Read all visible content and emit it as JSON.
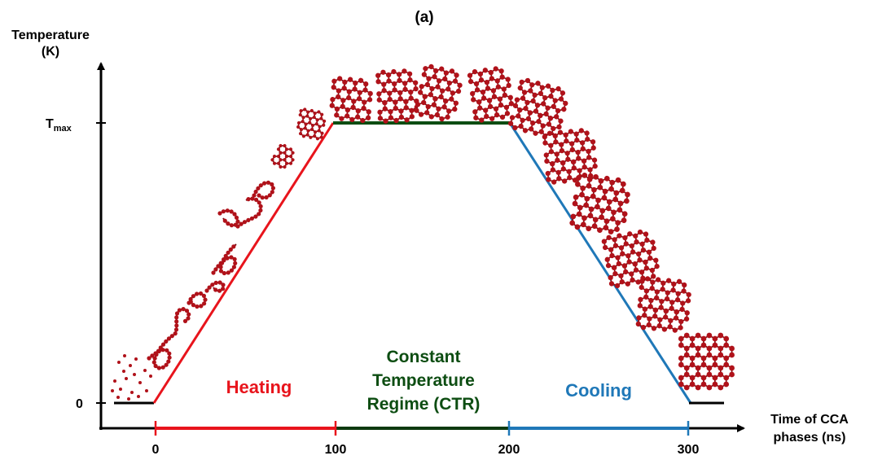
{
  "panel_label": "(a)",
  "y_axis": {
    "label_line1": "Temperature",
    "label_line2": "(K)",
    "ticks": [
      "T",
      "0"
    ],
    "tmax_subscript": "max"
  },
  "x_axis": {
    "label_line1": "Time of CCA",
    "label_line2": "phases (ns)",
    "ticks": [
      "0",
      "100",
      "200",
      "300"
    ]
  },
  "phases": {
    "heating": {
      "label": "Heating",
      "color": "#e8141c"
    },
    "ctr": {
      "label_line1": "Constant",
      "label_line2": "Temperature",
      "label_line3": "Regime (CTR)",
      "color": "#0d4d12"
    },
    "cooling": {
      "label": "Cooling",
      "color": "#1f78b8"
    }
  },
  "colors": {
    "atom": "#b0121a",
    "bond": "#7a0a10",
    "axis": "#000000"
  },
  "chart_data": {
    "type": "line",
    "xlabel": "Time of CCA phases (ns)",
    "ylabel": "Temperature (K)",
    "x_ticks": [
      0,
      100,
      200,
      300
    ],
    "y_ticks": [
      "0",
      "Tmax"
    ],
    "series": [
      {
        "name": "Heating",
        "x": [
          0,
          100
        ],
        "y": [
          "0",
          "Tmax"
        ]
      },
      {
        "name": "Constant Temperature Regime (CTR)",
        "x": [
          100,
          200
        ],
        "y": [
          "Tmax",
          "Tmax"
        ]
      },
      {
        "name": "Cooling",
        "x": [
          200,
          300
        ],
        "y": [
          "Tmax",
          "0"
        ]
      }
    ]
  }
}
